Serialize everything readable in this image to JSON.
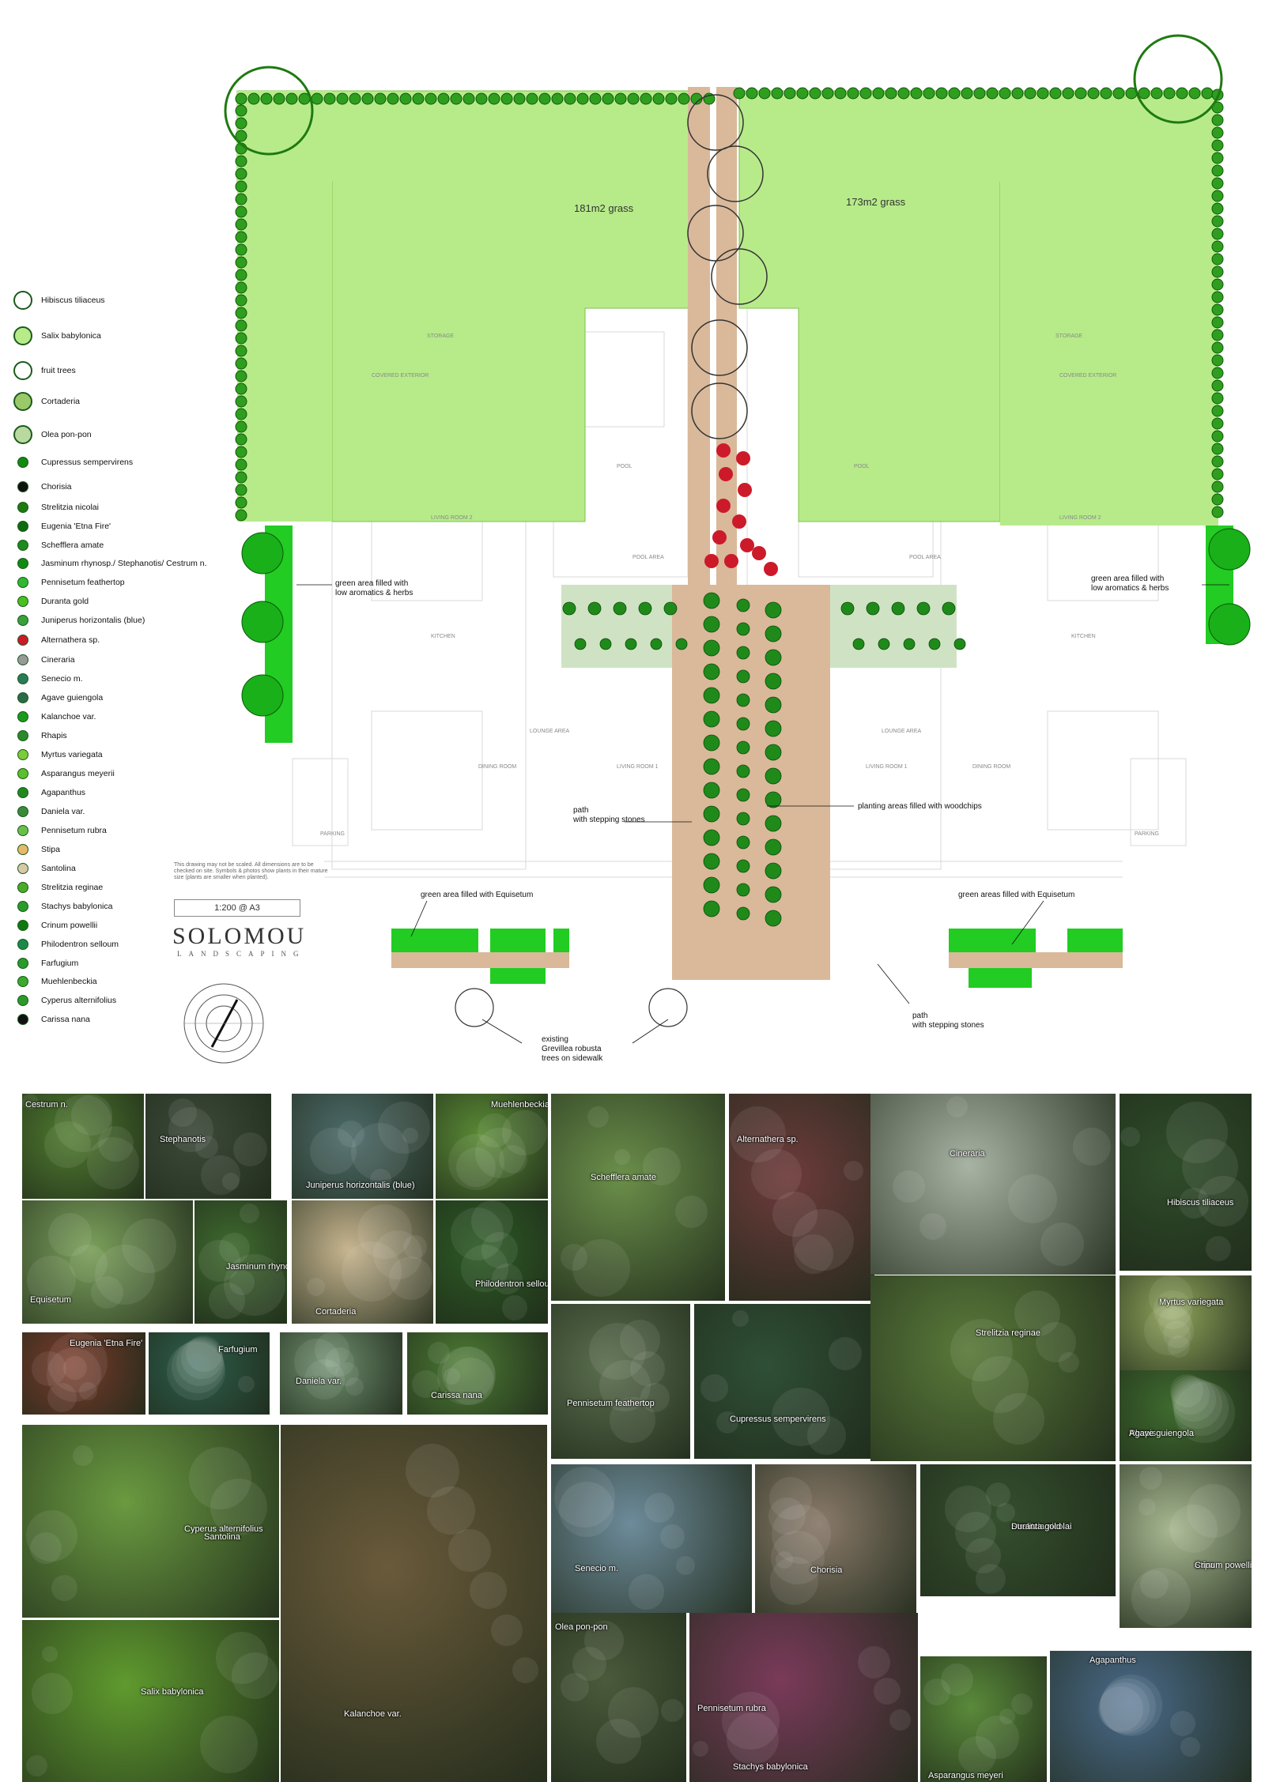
{
  "plan": {
    "grass_left": "181m2 grass",
    "grass_right": "173m2 grass",
    "label_aromatics_left": [
      "green area filled with",
      "low aromatics & herbs"
    ],
    "label_aromatics_right": [
      "green area filled with",
      "low aromatics & herbs"
    ],
    "label_path_center": [
      "path",
      "with stepping stones"
    ],
    "label_woodchips": "planting areas filled with woodchips",
    "label_equisetum_left": "green area filled with Equisetum",
    "label_equisetum_right": "green areas filled with Equisetum",
    "label_path_bottom": [
      "path",
      "with stepping stones"
    ],
    "label_grevillea": [
      "existing",
      "Grevillea robusta",
      "trees on sidewalk"
    ],
    "room_labels": [
      "POOL",
      "POOL",
      "POOL AREA",
      "POOL AREA",
      "LIVING ROOM 2",
      "LIVING ROOM 2",
      "KITCHEN",
      "KITCHEN",
      "LOUNGE AREA",
      "LOUNGE AREA",
      "DINING ROOM",
      "LIVING ROOM 1",
      "LIVING ROOM 1",
      "DINING ROOM",
      "COVERED EXTERIOR",
      "COVERED EXTERIOR",
      "STORAGE",
      "STORAGE",
      "PARKING",
      "PARKING"
    ]
  },
  "legend": [
    {
      "label": "Hibiscus tiliaceus",
      "icon": "hibiscus-icon"
    },
    {
      "label": "Salix babylonica",
      "icon": "salix-icon"
    },
    {
      "label": "fruit trees",
      "icon": "fruit-tree-icon"
    },
    {
      "label": "Cortaderia",
      "icon": "cortaderia-icon"
    },
    {
      "label": "Olea pon-pon",
      "icon": "olea-icon"
    },
    {
      "label": "Cupressus sempervirens",
      "icon": "cupressus-icon"
    },
    {
      "label": "Chorisia",
      "icon": "chorisia-icon"
    },
    {
      "label": "Strelitzia nicolai",
      "icon": "strelitzia-nicolai-icon"
    },
    {
      "label": "Eugenia 'Etna Fire'",
      "icon": "eugenia-icon"
    },
    {
      "label": "Schefflera amate",
      "icon": "schefflera-icon"
    },
    {
      "label": "Jasminum rhynosp./ Stephanotis/ Cestrum n.",
      "icon": "jasminum-icon"
    },
    {
      "label": "Pennisetum feathertop",
      "icon": "pennisetum-feathertop-icon"
    },
    {
      "label": "Duranta gold",
      "icon": "duranta-icon"
    },
    {
      "label": "Juniperus horizontalis (blue)",
      "icon": "juniperus-icon"
    },
    {
      "label": "Alternathera sp.",
      "icon": "alternathera-icon"
    },
    {
      "label": "Cineraria",
      "icon": "cineraria-icon"
    },
    {
      "label": "Senecio m.",
      "icon": "senecio-icon"
    },
    {
      "label": "Agave guiengola",
      "icon": "agave-icon"
    },
    {
      "label": "Kalanchoe var.",
      "icon": "kalanchoe-icon"
    },
    {
      "label": "Rhapis",
      "icon": "rhapis-icon"
    },
    {
      "label": "Myrtus variegata",
      "icon": "myrtus-icon"
    },
    {
      "label": "Asparangus meyerii",
      "icon": "asparagus-icon"
    },
    {
      "label": "Agapanthus",
      "icon": "agapanthus-icon"
    },
    {
      "label": "Daniela var.",
      "icon": "daniela-icon"
    },
    {
      "label": "Pennisetum rubra",
      "icon": "pennisetum-rubra-icon"
    },
    {
      "label": "Stipa",
      "icon": "stipa-icon"
    },
    {
      "label": "Santolina",
      "icon": "santolina-icon"
    },
    {
      "label": "Strelitzia reginae",
      "icon": "strelitzia-reginae-icon"
    },
    {
      "label": "Stachys babylonica",
      "icon": "stachys-icon"
    },
    {
      "label": "Crinum powellii",
      "icon": "crinum-icon"
    },
    {
      "label": "Philodentron selloum",
      "icon": "philodendron-icon"
    },
    {
      "label": "Farfugium",
      "icon": "farfugium-icon"
    },
    {
      "label": "Muehlenbeckia",
      "icon": "muehlenbeckia-icon"
    },
    {
      "label": "Cyperus alternifolius",
      "icon": "cyperus-icon"
    },
    {
      "label": "Carissa nana",
      "icon": "carissa-icon"
    }
  ],
  "note": "This drawing may not be scaled. All dimensions are to be checked on site. Symbols & photos show plants in their mature size (plants are smaller when planted).",
  "scale": "1:200 @ A3",
  "logo": {
    "name": "SOLOMOU",
    "sub": "LANDSCAPING"
  },
  "photos": [
    {
      "caption": "Cestrum n.",
      "bg": "#4f7a2e"
    },
    {
      "caption": "Stephanotis",
      "bg": "#3d4a3a"
    },
    {
      "caption": "Juniperus horizontalis (blue)",
      "bg": "#4d6b6a"
    },
    {
      "caption": "Muehlenbeckia",
      "bg": "#5a8a35"
    },
    {
      "caption": "Schefflera amate",
      "bg": "#6b8f4a"
    },
    {
      "caption": "Alternathera sp.",
      "bg": "#6e3b3b"
    },
    {
      "caption": "Cineraria",
      "bg": "#a9b3a4"
    },
    {
      "caption": "Hibiscus tiliaceus",
      "bg": "#2f4d2a"
    },
    {
      "caption": "Equisetum",
      "bg": "#7ba05b"
    },
    {
      "caption": "Jasminum rhynosp.",
      "bg": "#3f6a2f"
    },
    {
      "caption": "Cortaderia",
      "bg": "#c7b58f"
    },
    {
      "caption": "Philodentron selloum",
      "bg": "#2c5a24"
    },
    {
      "caption": "Eugenia 'Etna Fire'",
      "bg": "#7a3a2a"
    },
    {
      "caption": "Farfugium",
      "bg": "#2e5e4c"
    },
    {
      "caption": "Daniela var.",
      "bg": "#6f8f6f"
    },
    {
      "caption": "Carissa nana",
      "bg": "#4c7a34"
    },
    {
      "caption": "Pennisetum feathertop",
      "bg": "#5b6e4e"
    },
    {
      "caption": "Cupressus sempervirens",
      "bg": "#2f4f36"
    },
    {
      "caption": "Strelitzia reginae",
      "bg": "#5a7a3a"
    },
    {
      "caption": "Myrtus variegata",
      "bg": "#8fa35a"
    },
    {
      "caption": "Cyperus alternifolius",
      "bg": "#6a9a40"
    },
    {
      "caption": "Rhapis",
      "bg": "#3e6a2e"
    },
    {
      "caption": "Agave guiengola",
      "bg": "#59704f"
    },
    {
      "caption": "Santolina",
      "bg": "#8a8f70"
    },
    {
      "caption": "Kalanchoe var.",
      "bg": "#6a5a3a"
    },
    {
      "caption": "Senecio m.",
      "bg": "#6d8b9a"
    },
    {
      "caption": "Chorisia",
      "bg": "#8a7a6a"
    },
    {
      "caption": "Strelitzia nicolai",
      "bg": "#35502e"
    },
    {
      "caption": "Stipa",
      "bg": "#a8b891"
    },
    {
      "caption": "Duranta gold",
      "bg": "#9aa844"
    },
    {
      "caption": "Crinum powellii",
      "bg": "#4f7a34"
    },
    {
      "caption": "Salix babylonica",
      "bg": "#5f9a2e"
    },
    {
      "caption": "Olea pon-pon",
      "bg": "#4a5a3a"
    },
    {
      "caption": "Pennisetum rubra",
      "bg": "#7a3a5a"
    },
    {
      "caption": "Stachys babylonica",
      "bg": "#8a8f8a"
    },
    {
      "caption": "Asparangus meyeri",
      "bg": "#5a8a3a"
    },
    {
      "caption": "Agapanthus",
      "bg": "#4a6a8a"
    }
  ]
}
